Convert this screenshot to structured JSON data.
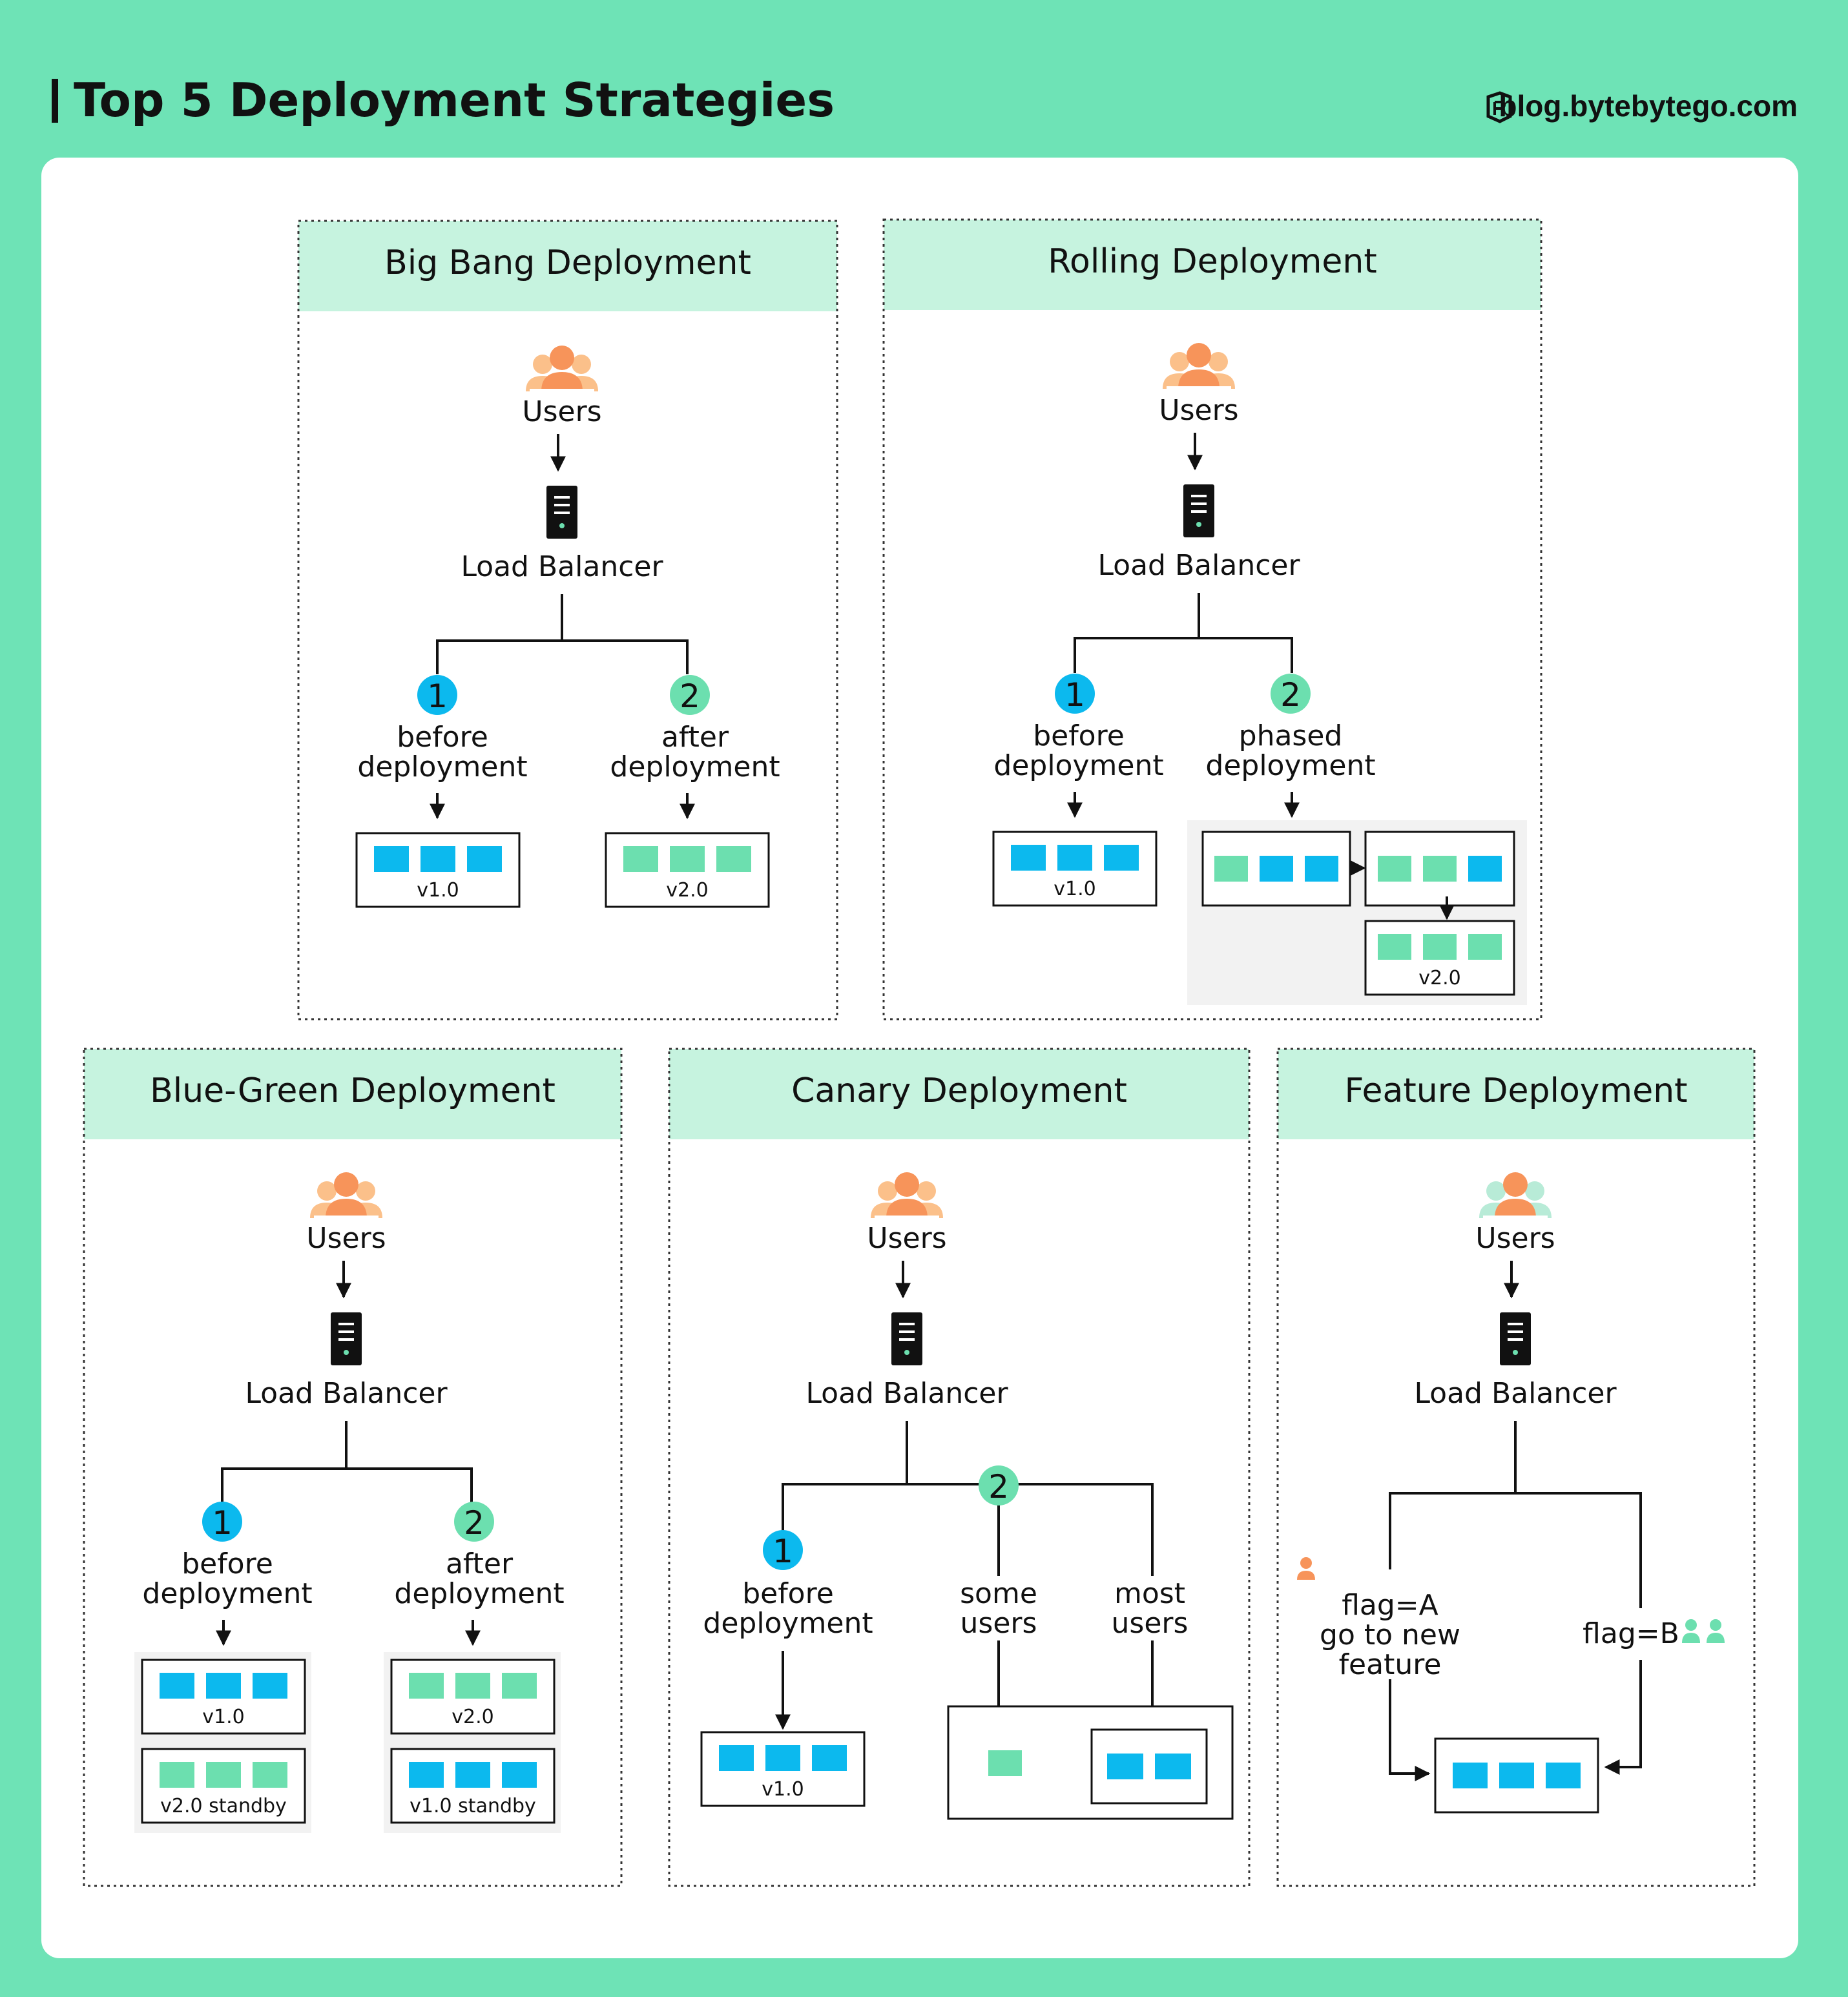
{
  "header": {
    "title": "Top 5 Deployment Strategies",
    "brand": "blog.bytebytego.com"
  },
  "colors": {
    "background": "#6ee3b6",
    "panel": "#ffffff",
    "section_header": "#c6f3df",
    "blue": "#0cb9ee",
    "green": "#6cdfaf",
    "users_orange": "#f7945a",
    "users_light": "#fbc08a",
    "users_green": "#b8ebd7",
    "shade": "#f2f2f2"
  },
  "common": {
    "users": "Users",
    "load_balancer": "Load Balancer"
  },
  "sections": {
    "big_bang": {
      "title": "Big Bang Deployment",
      "badge1": "1",
      "branch1": [
        "before",
        "deployment"
      ],
      "badge2": "2",
      "branch2": [
        "after",
        "deployment"
      ],
      "box1_label": "v1.0",
      "box2_label": "v2.0"
    },
    "rolling": {
      "title": "Rolling Deployment",
      "badge1": "1",
      "branch1": [
        "before",
        "deployment"
      ],
      "badge2": "2",
      "branch2": [
        "phased",
        "deployment"
      ],
      "box1_label": "v1.0",
      "final_label": "v2.0"
    },
    "blue_green": {
      "title": "Blue-Green Deployment",
      "badge1": "1",
      "branch1": [
        "before",
        "deployment"
      ],
      "badge2": "2",
      "branch2": [
        "after",
        "deployment"
      ],
      "left_top": "v1.0",
      "left_bottom": "v2.0 standby",
      "right_top": "v2.0",
      "right_bottom": "v1.0 standby"
    },
    "canary": {
      "title": "Canary Deployment",
      "badge1": "1",
      "branch1": [
        "before",
        "deployment"
      ],
      "badge2": "2",
      "branch2": [
        "some",
        "users"
      ],
      "branch3": [
        "most",
        "users"
      ],
      "box1_label": "v1.0"
    },
    "feature": {
      "title": "Feature Deployment",
      "flag_a": [
        "flag=A",
        "go to new",
        "feature"
      ],
      "flag_b": "flag=B"
    }
  }
}
